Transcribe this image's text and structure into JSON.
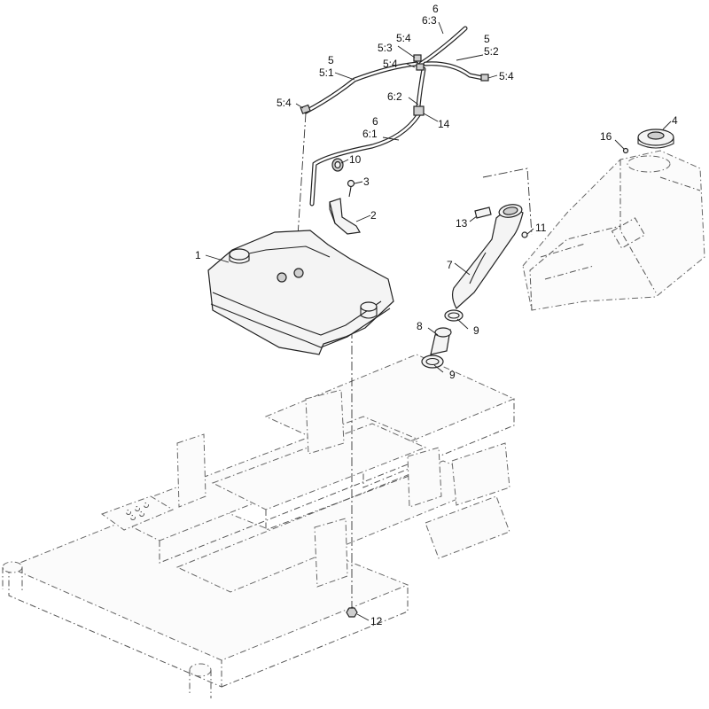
{
  "callouts": {
    "c1": "1",
    "c2": "2",
    "c3": "3",
    "c4": "4",
    "c5a": "5",
    "c5_1": "5:1",
    "c5b": "5",
    "c5_2": "5:2",
    "c5_3": "5:3",
    "c5_4a": "5:4",
    "c5_4b": "5:4",
    "c5_4c": "5:4",
    "c5_4d": "5:4",
    "c6a": "6",
    "c6_1": "6:1",
    "c6b": "6",
    "c6_2": "6:2",
    "c6_3": "6:3",
    "c7": "7",
    "c8": "8",
    "c9a": "9",
    "c9b": "9",
    "c10": "10",
    "c11": "11",
    "c12": "12",
    "c13": "13",
    "c14": "14",
    "c16": "16"
  }
}
